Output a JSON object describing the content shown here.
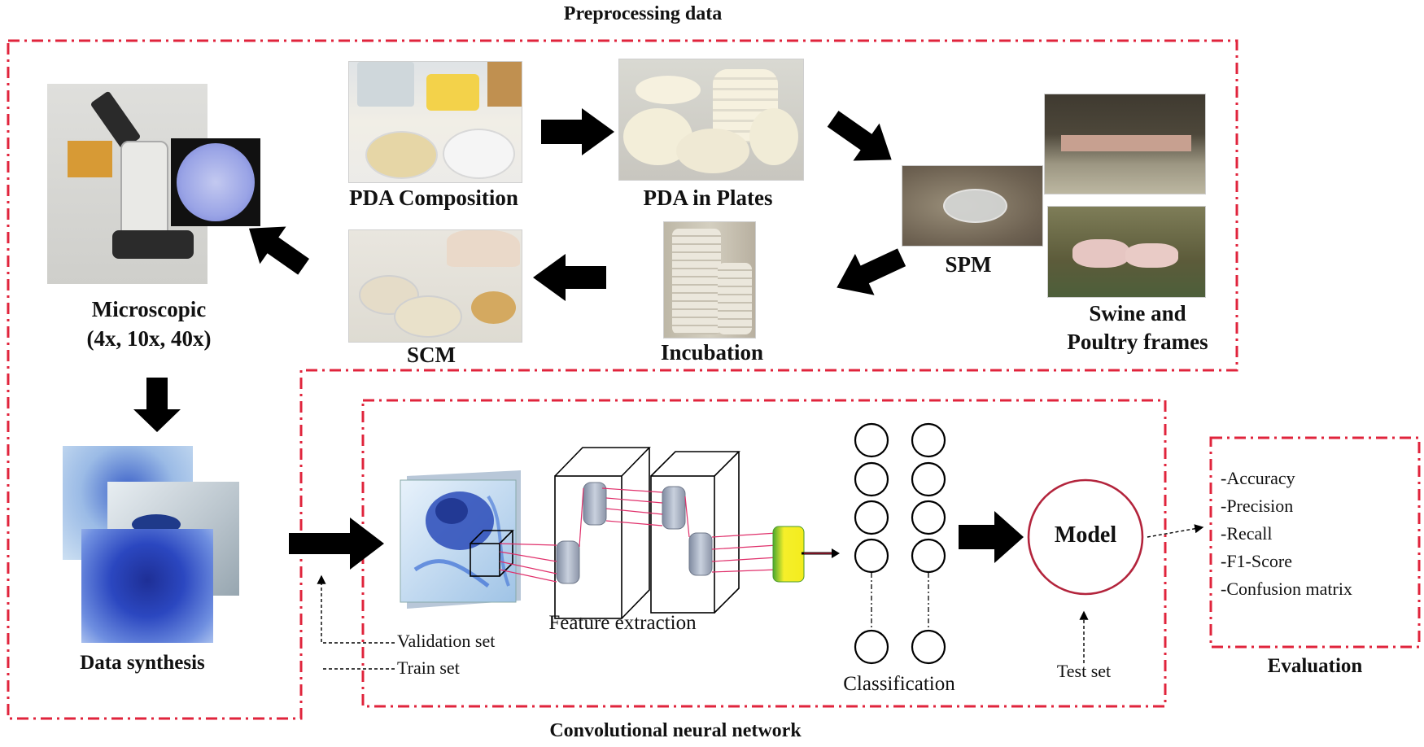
{
  "titles": {
    "preprocessing": "Preprocessing data",
    "cnn": "Convolutional neural network",
    "evaluation": "Evaluation"
  },
  "steps": {
    "pda_composition": "PDA Composition",
    "pda_plates": "PDA in Plates",
    "spm": "SPM",
    "swine_line1": "Swine and",
    "swine_line2": "Poultry frames",
    "incubation": "Incubation",
    "scm": "SCM",
    "microscopic_line1": "Microscopic",
    "microscopic_line2": "(4x, 10x, 40x)",
    "data_synthesis": "Data synthesis"
  },
  "cnn": {
    "feature_extraction": "Feature extraction",
    "classification": "Classification",
    "model": "Model",
    "validation_set": "Validation set",
    "train_set": "Train set",
    "test_set": "Test set"
  },
  "metrics": [
    "-Accuracy",
    "-Precision",
    "-Recall",
    "-F1-Score",
    "-Confusion matrix"
  ],
  "colors": {
    "dashed_border": "#e0243c",
    "model_circle": "#b3243c",
    "fungi_blue": "#2a4bb8",
    "arrow": "#000000"
  }
}
